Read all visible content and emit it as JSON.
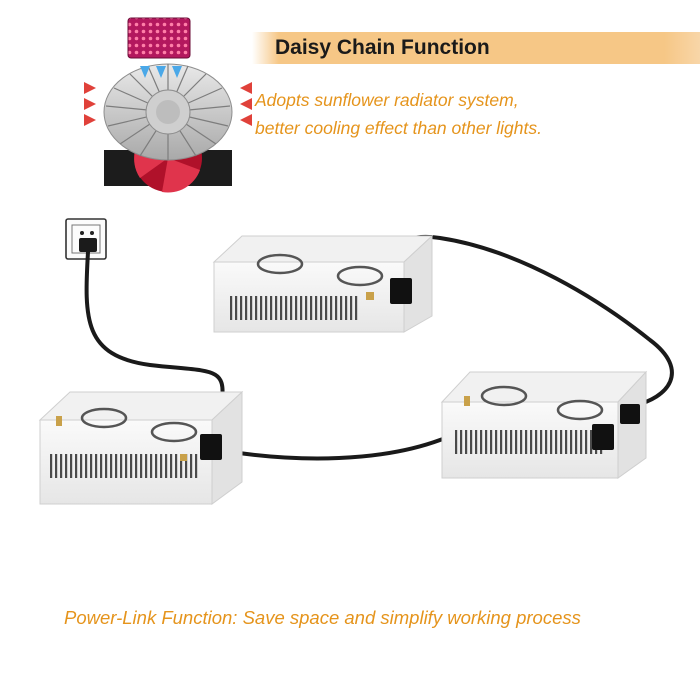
{
  "heading": {
    "title": "Daisy Chain Function"
  },
  "description": {
    "line1": "Adopts sunflower radiator system,",
    "line2": "better cooling effect than other lights."
  },
  "footer": {
    "text": "Power-Link Function: Save space and simplify working process"
  },
  "colors": {
    "accent_text": "#e5941c",
    "heading_bar": "#f6c786",
    "fan_red": "#c8102e",
    "led_panel": "#c21f6a"
  },
  "icons": [
    "radiator-icon",
    "wall-socket-icon",
    "grow-light-icon",
    "power-cable-icon"
  ]
}
